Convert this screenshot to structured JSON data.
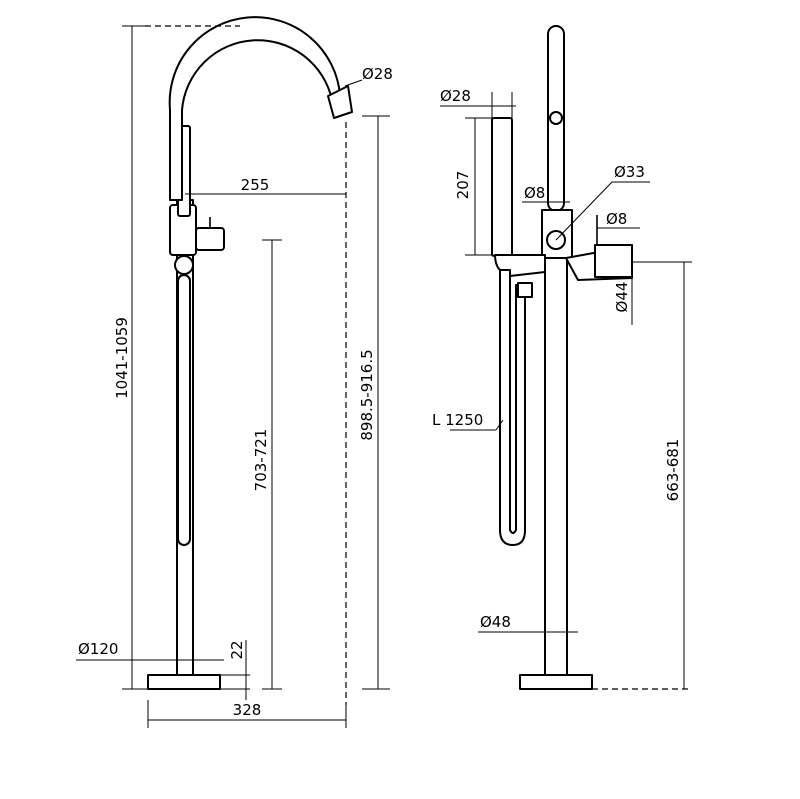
{
  "dimensions": {
    "left_view": {
      "outlet_diameter": "Ø28",
      "spout_reach": "255",
      "total_height": "1041-1059",
      "outlet_height": "898.5-916.5",
      "handle_height": "703-721",
      "base_diameter": "Ø120",
      "base_thickness": "22",
      "overall_width": "328"
    },
    "right_view": {
      "handshower_diameter": "Ø28",
      "handshower_length": "207",
      "hose_pin_diameter": "Ø8",
      "body_diameter": "Ø33",
      "lever_diameter": "Ø8",
      "handle_body_diameter": "Ø44",
      "hose_length": "L 1250",
      "valve_height": "663-681",
      "column_diameter": "Ø48"
    }
  }
}
